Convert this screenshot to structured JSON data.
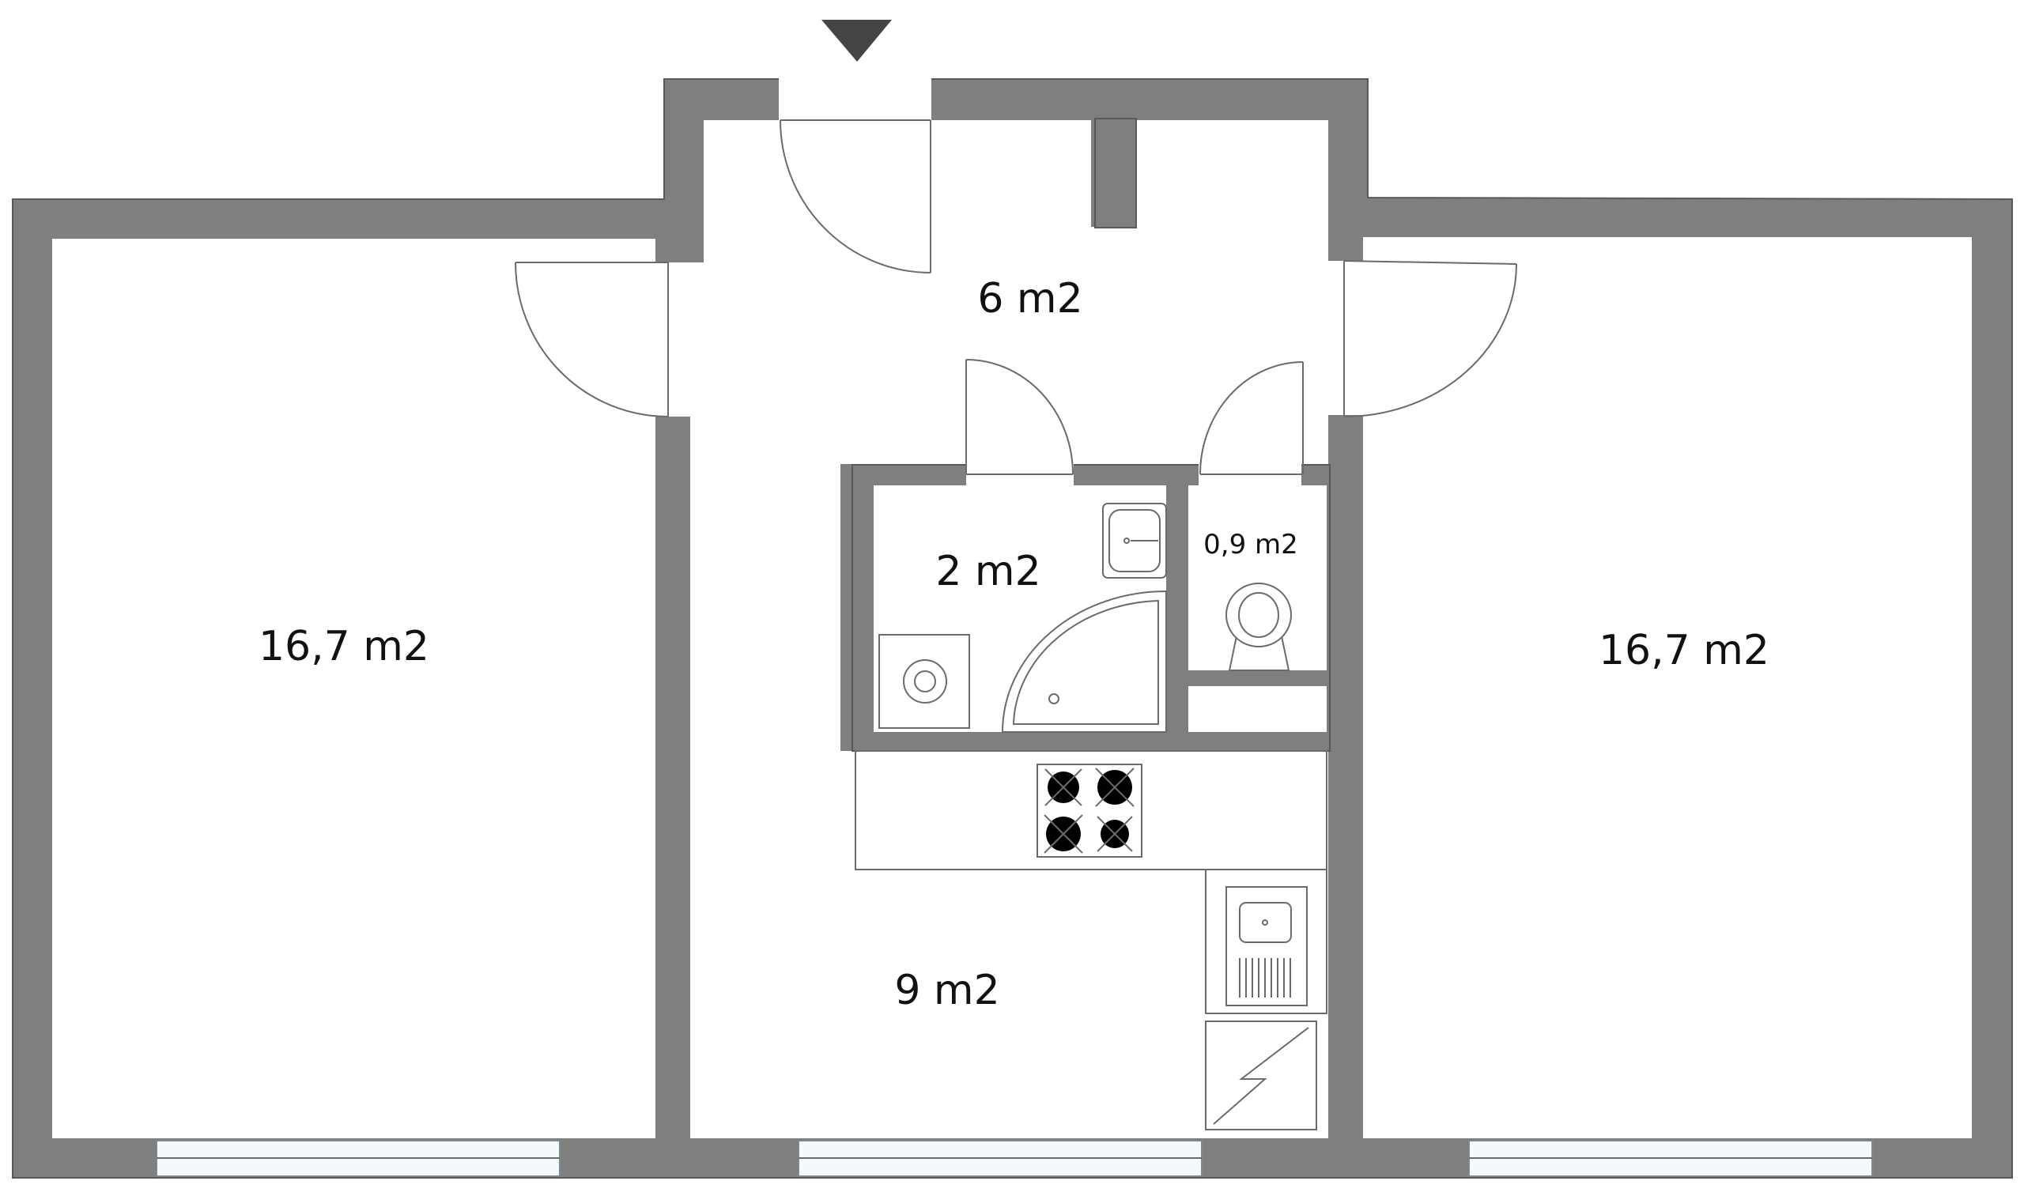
{
  "rooms": {
    "left_room": {
      "area": "16,7 m2"
    },
    "hall": {
      "area": "6 m2"
    },
    "bathroom": {
      "area": "2 m2"
    },
    "toilet": {
      "area": "0,9 m2"
    },
    "right_room": {
      "area": "16,7 m2"
    },
    "kitchen": {
      "area": "9 m2"
    }
  },
  "icons": {
    "entrance": "entrance-arrow-icon",
    "stove": "stove-icon",
    "sink": "sink-icon",
    "shower": "shower-icon",
    "toilet": "toilet-icon",
    "washer": "washing-machine-icon",
    "meter": "electric-meter-icon"
  },
  "colors": {
    "wall": "#7f7f7f",
    "floor": "#ffffff",
    "burner": "#000000"
  }
}
